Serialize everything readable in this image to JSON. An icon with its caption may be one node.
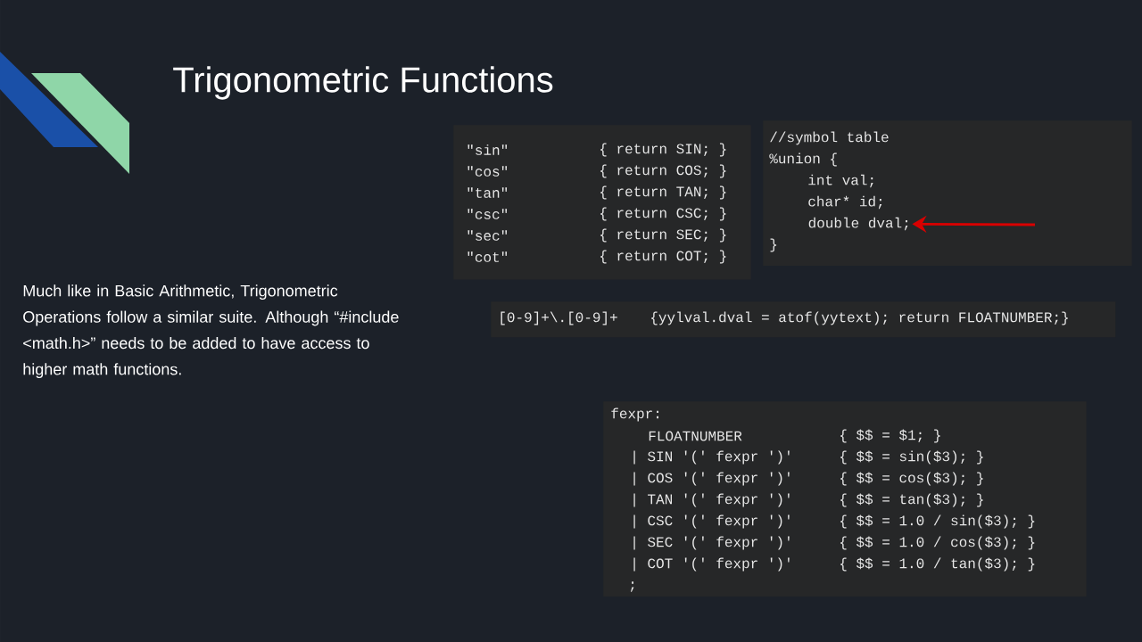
{
  "diagram": {
    "title": "Trigonometric Functions",
    "nodes": [
      {
        "text": [
          "\"sin\"",
          "{ return SIN; }",
          "\"cos\"",
          "{ return COS; }",
          "\"tan\"",
          "{ return TAN; }",
          "\"csc\"",
          "{ return CSC; }",
          "\"sec\"",
          "{ return SEC; }",
          "\"cot\"",
          "{ return COT; }"
        ]
      },
      {
        "text": [
          "//symbol table",
          "%union {",
          "int val;",
          "char* id;",
          "}"
        ]
      },
      {
        "text": [
          "double dval;"
        ],
        "in": 1
      },
      {
        "text": [
          "[0-9]+\\.[0-9]+",
          "{yylval.dval = atof(yytext); return FLOATNUMBER;}"
        ]
      },
      {
        "text": [
          "fexpr:",
          "FLOATNUMBER",
          "{ $$ = $1; }",
          "| SIN '(' fexpr ')'",
          "{ $$ = sin($3); }",
          "| COS '(' fexpr ')'",
          "{ $$ = cos($3); }",
          "| TAN '(' fexpr ')'",
          "{ $$ = tan($3); }",
          "| CSC '(' fexpr ')'",
          "{ $$ = 1.0 / sin($3); }",
          "| SEC '(' fexpr ')'",
          "{ $$ = 1.0 / cos($3); }",
          "| COT '(' fexpr ')'",
          "{ $$ = 1.0 / tan($3); }",
          ";"
        ]
      }
    ],
    "edges": [
      {
        "from": null,
        "to": 2,
        "arrow": "to"
      }
    ],
    "labels": [
      "Much like in Basic Arithmetic, Trigonometric Operations follow a similar suite. Although “#include <math.h>” needs to be added to have access to higher math functions."
    ]
  }
}
